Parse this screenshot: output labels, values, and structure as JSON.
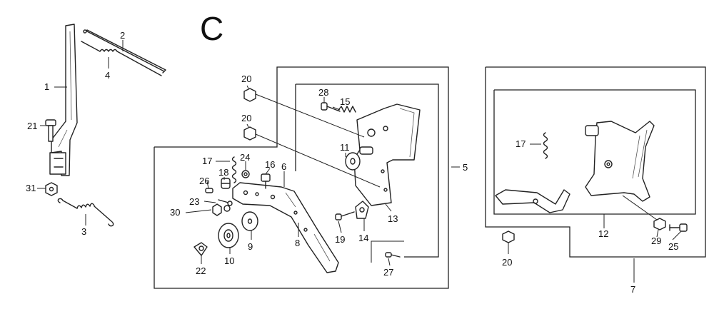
{
  "section_letter": "C",
  "callouts": [
    {
      "id": "c1",
      "label": "1"
    },
    {
      "id": "c2",
      "label": "2"
    },
    {
      "id": "c3",
      "label": "3"
    },
    {
      "id": "c4",
      "label": "4"
    },
    {
      "id": "c5",
      "label": "5"
    },
    {
      "id": "c6",
      "label": "6"
    },
    {
      "id": "c7",
      "label": "7"
    },
    {
      "id": "c8",
      "label": "8"
    },
    {
      "id": "c9",
      "label": "9"
    },
    {
      "id": "c10",
      "label": "10"
    },
    {
      "id": "c11",
      "label": "11"
    },
    {
      "id": "c12",
      "label": "12"
    },
    {
      "id": "c13",
      "label": "13"
    },
    {
      "id": "c14",
      "label": "14"
    },
    {
      "id": "c15",
      "label": "15"
    },
    {
      "id": "c16",
      "label": "16"
    },
    {
      "id": "c17a",
      "label": "17"
    },
    {
      "id": "c17b",
      "label": "17"
    },
    {
      "id": "c18",
      "label": "18"
    },
    {
      "id": "c19",
      "label": "19"
    },
    {
      "id": "c20a",
      "label": "20"
    },
    {
      "id": "c20b",
      "label": "20"
    },
    {
      "id": "c20c",
      "label": "20"
    },
    {
      "id": "c21",
      "label": "21"
    },
    {
      "id": "c22",
      "label": "22"
    },
    {
      "id": "c23",
      "label": "23"
    },
    {
      "id": "c24",
      "label": "24"
    },
    {
      "id": "c25",
      "label": "25"
    },
    {
      "id": "c26",
      "label": "26"
    },
    {
      "id": "c27",
      "label": "27"
    },
    {
      "id": "c28",
      "label": "28"
    },
    {
      "id": "c29",
      "label": "29"
    },
    {
      "id": "c30",
      "label": "30"
    },
    {
      "id": "c31",
      "label": "31"
    }
  ]
}
